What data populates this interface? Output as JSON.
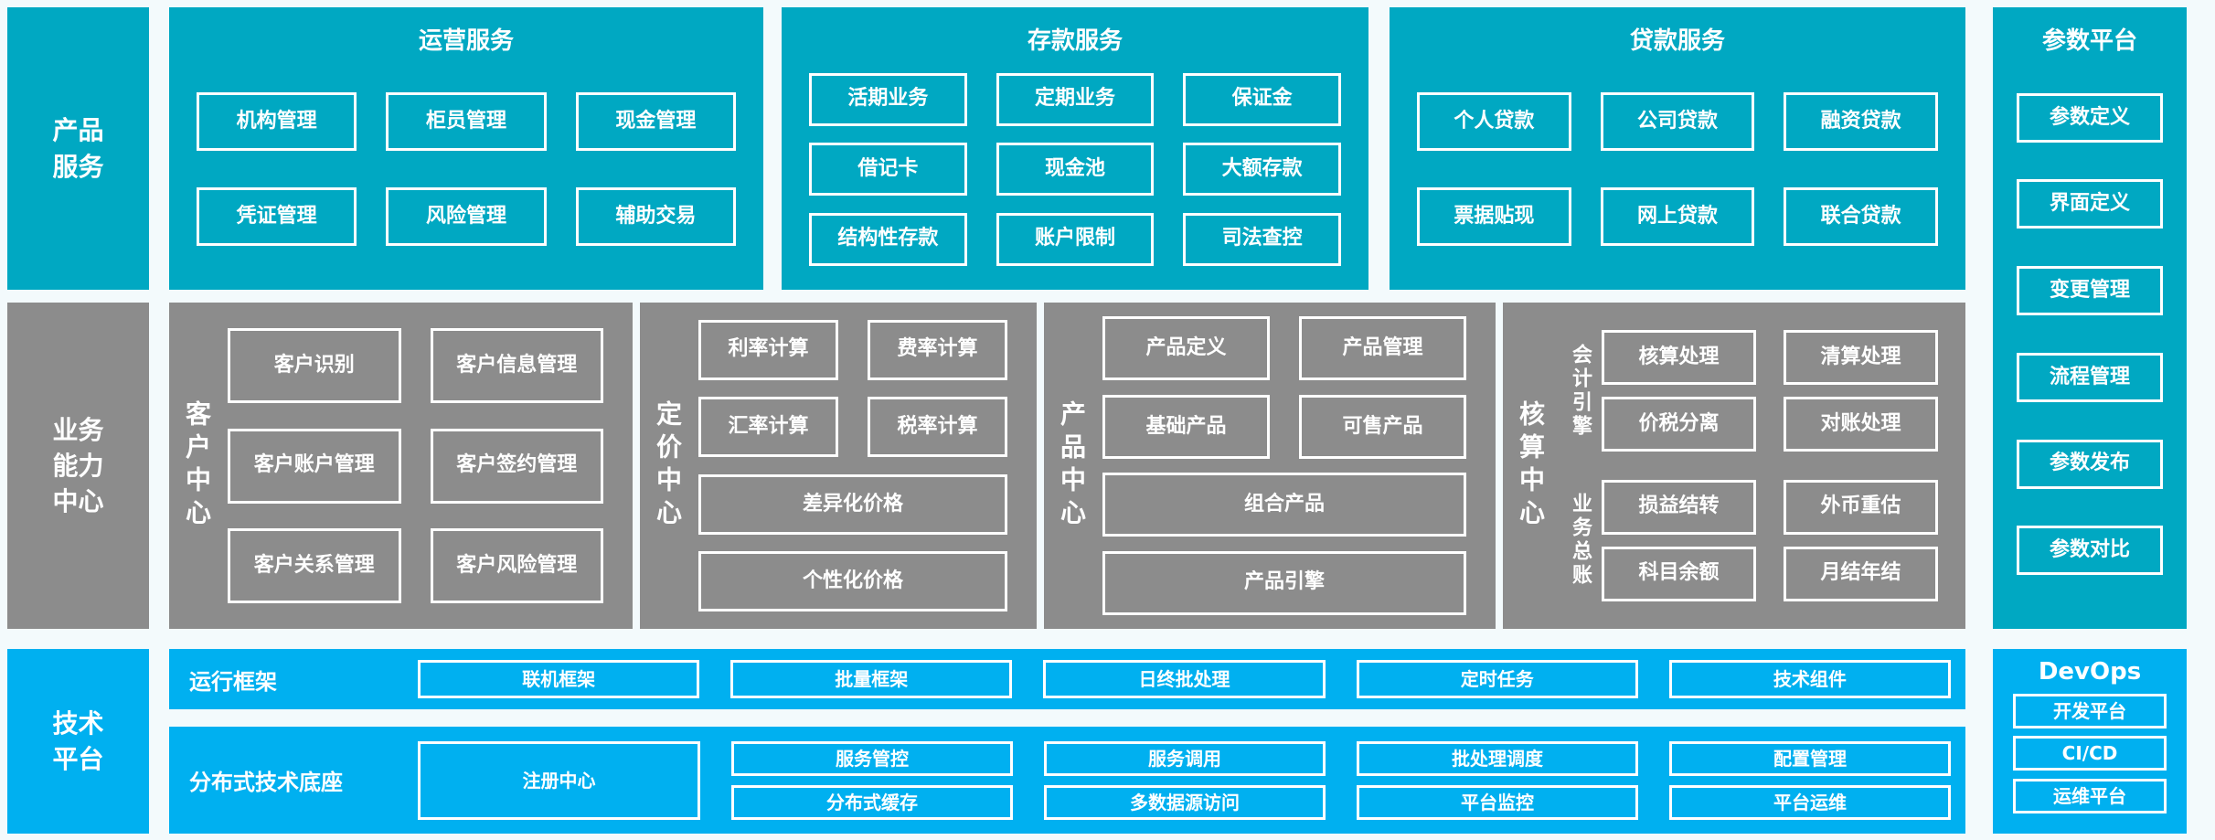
{
  "palette": {
    "teal": "#00A8C2",
    "gray": "#8C8C8C",
    "blue": "#00B0F0",
    "background": "#F3FAFC",
    "text": "#FFFFFF"
  },
  "rails": {
    "product_services": "产品服务",
    "business_center": "业务能力中心",
    "tech_platform": "技术平台"
  },
  "product_services": {
    "ops": {
      "title": "运营服务",
      "items": [
        "机构管理",
        "柜员管理",
        "现金管理",
        "凭证管理",
        "风险管理",
        "辅助交易"
      ]
    },
    "deposit": {
      "title": "存款服务",
      "items": [
        "活期业务",
        "定期业务",
        "保证金",
        "借记卡",
        "现金池",
        "大额存款",
        "结构性存款",
        "账户限制",
        "司法查控"
      ]
    },
    "loan": {
      "title": "贷款服务",
      "items": [
        "个人贷款",
        "公司贷款",
        "融资贷款",
        "票据贴现",
        "网上贷款",
        "联合贷款"
      ]
    }
  },
  "param_platform": {
    "title": "参数平台",
    "items": [
      "参数定义",
      "界面定义",
      "变更管理",
      "流程管理",
      "参数发布",
      "参数对比"
    ]
  },
  "business_center": {
    "customer": {
      "label": "客户中心",
      "items": [
        "客户识别",
        "客户信息管理",
        "客户账户管理",
        "客户签约管理",
        "客户关系管理",
        "客户风险管理"
      ]
    },
    "pricing": {
      "label": "定价中心",
      "items": [
        "利率计算",
        "费率计算",
        "汇率计算",
        "税率计算"
      ],
      "wide_items": [
        "差异化价格",
        "个性化价格"
      ]
    },
    "product": {
      "label": "产品中心",
      "items": [
        "产品定义",
        "产品管理",
        "基础产品",
        "可售产品"
      ],
      "wide_items": [
        "组合产品",
        "产品引擎"
      ]
    },
    "accounting": {
      "label": "核算中心",
      "groups": [
        {
          "label": "会计引擎",
          "items": [
            "核算处理",
            "清算处理",
            "价税分离",
            "对账处理"
          ]
        },
        {
          "label": "业务总账",
          "items": [
            "损益结转",
            "外币重估",
            "科目余额",
            "月结年结"
          ]
        }
      ]
    }
  },
  "tech_platform": {
    "runtime": {
      "label": "运行框架",
      "items": [
        "联机框架",
        "批量框架",
        "日终批处理",
        "定时任务",
        "技术组件"
      ]
    },
    "distributed": {
      "label": "分布式技术底座",
      "registry": "注册中心",
      "items": [
        "服务管控",
        "服务调用",
        "批处理调度",
        "配置管理",
        "分布式缓存",
        "多数据源访问",
        "平台监控",
        "平台运维"
      ]
    },
    "devops": {
      "title": "DevOps",
      "items": [
        "开发平台",
        "CI/CD",
        "运维平台"
      ]
    }
  }
}
